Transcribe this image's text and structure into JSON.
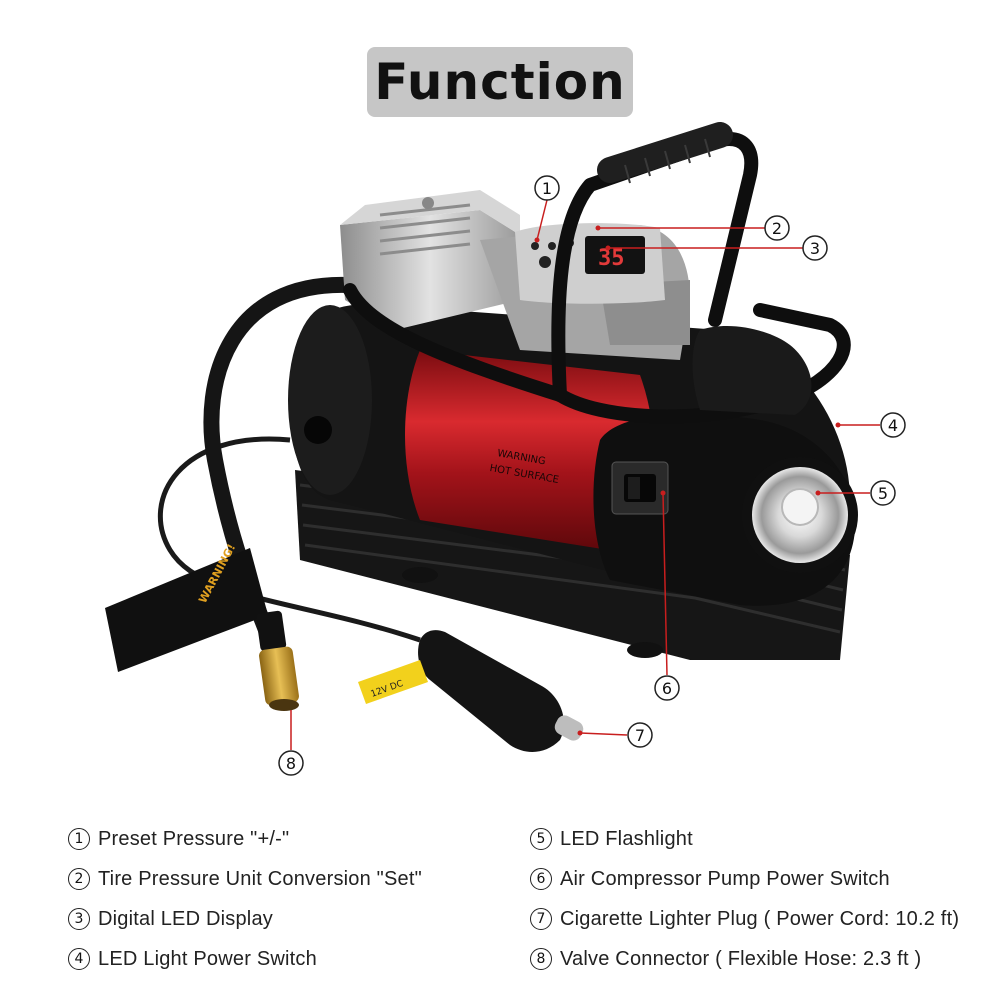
{
  "title": "Function",
  "callouts": [
    {
      "num": "1",
      "label": "Preset Pressure \"+/-\""
    },
    {
      "num": "2",
      "label": "Tire Pressure Unit Conversion \"Set\""
    },
    {
      "num": "3",
      "label": "Digital LED Display"
    },
    {
      "num": "4",
      "label": "LED Light Power Switch"
    },
    {
      "num": "5",
      "label": "LED Flashlight"
    },
    {
      "num": "6",
      "label": "Air Compressor Pump Power Switch"
    },
    {
      "num": "7",
      "label": "Cigarette Lighter Plug ( Power Cord: 10.2 ft)"
    },
    {
      "num": "8",
      "label": "Valve Connector ( Flexible Hose: 2.3 ft )"
    }
  ],
  "product_text": {
    "warning": "WARNING",
    "hot_surface": "HOT SURFACE",
    "display": "35",
    "plug_tag": "12V DC",
    "hose_tag": "WARNING!"
  },
  "colors": {
    "body_red": "#b0131a",
    "body_black": "#141414",
    "metal": "#b9b9b9",
    "title_bg": "#c6c6c6",
    "callout_line": "#c81e1e"
  }
}
